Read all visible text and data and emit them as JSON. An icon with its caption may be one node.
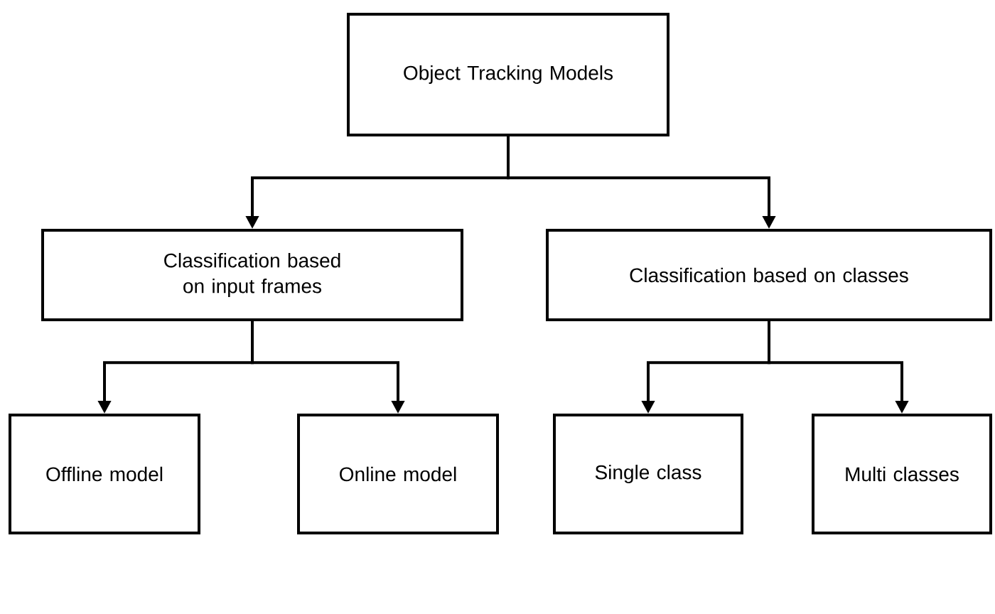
{
  "diagram": {
    "nodes": [
      {
        "text": [
          "Object Tracking Models"
        ]
      },
      {
        "text": [
          "Classification based on input frames"
        ]
      },
      {
        "text": [
          "Classification based on classes"
        ]
      },
      {
        "text": [
          "Offline model"
        ]
      },
      {
        "text": [
          "Online model"
        ]
      },
      {
        "text": [
          "Single class"
        ]
      },
      {
        "text": [
          "Multi classes"
        ]
      }
    ],
    "edges": [
      {
        "from": 0,
        "to": 1,
        "arrow": "to"
      },
      {
        "from": 0,
        "to": 2,
        "arrow": "to"
      },
      {
        "from": 1,
        "to": 3,
        "arrow": "to"
      },
      {
        "from": 1,
        "to": 4,
        "arrow": "to"
      },
      {
        "from": 2,
        "to": 5,
        "arrow": "to"
      },
      {
        "from": 2,
        "to": 6,
        "arrow": "to"
      }
    ]
  }
}
